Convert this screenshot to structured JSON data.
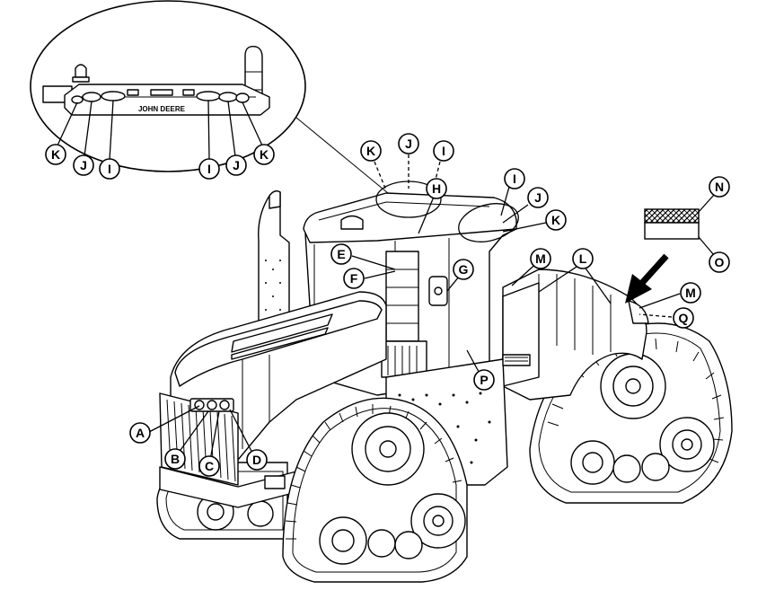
{
  "figure": {
    "inset_brand": "JOHN DEERE",
    "callouts": {
      "A": "A",
      "B": "B",
      "C": "C",
      "D": "D",
      "E": "E",
      "F": "F",
      "G": "G",
      "H": "H",
      "I": "I",
      "J": "J",
      "K": "K",
      "L": "L",
      "M": "M",
      "N": "N",
      "O": "O",
      "P": "P",
      "Q": "Q"
    }
  }
}
